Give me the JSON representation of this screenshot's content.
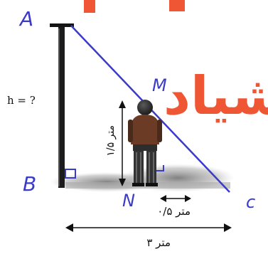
{
  "watermark": {
    "text": "شیاد",
    "color": "#ef4d2a"
  },
  "labels": {
    "point_a": "A",
    "point_b": "B",
    "point_c": "c",
    "point_m": "M",
    "point_n": "N",
    "pole_height": "h  = ?",
    "person_height": "۱/۵ متر",
    "shadow_segment": "۰/۵ متر",
    "total_distance": "۳ متر"
  },
  "colors": {
    "ink": "#111111",
    "hand": "#3b3bc9",
    "hypotenuse": "#3b3bc9"
  }
}
